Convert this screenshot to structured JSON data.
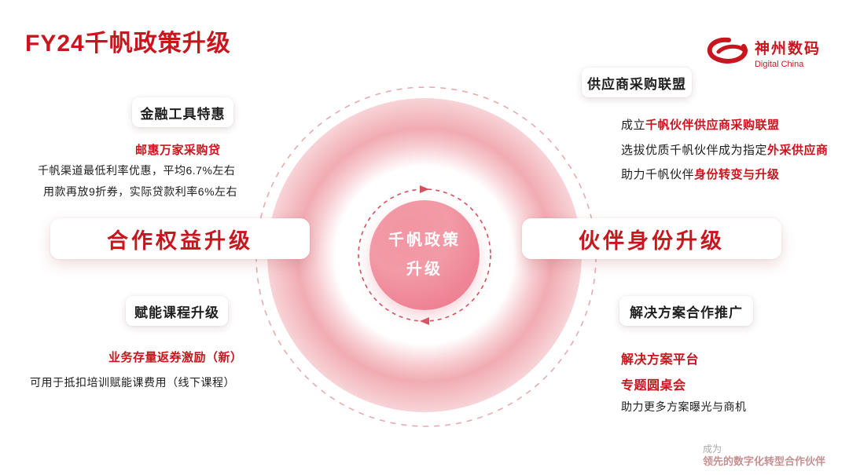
{
  "title": "FY24千帆政策升级",
  "colors": {
    "accent": "#c8161e",
    "core_pink": "#ee8495"
  },
  "logo": {
    "name": "神州数码",
    "subtitle": "Digital China"
  },
  "center": {
    "line1": "千帆政策",
    "line2": "升级"
  },
  "left_section": {
    "finance_card": "金融工具特惠",
    "finance_highlight": "邮惠万家采购贷",
    "finance_line1": "千帆渠道最低利率优惠，平均6.7%左右",
    "finance_line2": "用款再放9折券，实际贷款利率6%左右",
    "main_title": "合作权益升级",
    "course_card": "赋能课程升级",
    "course_highlight": "业务存量返券激励（新）",
    "course_line1": "可用于抵扣培训赋能课费用（线下课程）"
  },
  "right_section": {
    "alliance_card": "供应商采购联盟",
    "alliance_line1_prefix": "成立",
    "alliance_line1_highlight": "千帆伙伴供应商采购联盟",
    "alliance_line2_prefix": "选拔优质千帆伙伴成为指定",
    "alliance_line2_highlight": "外采供应商",
    "alliance_line3_prefix": "助力千帆伙伴",
    "alliance_line3_highlight": "身份转变与升级",
    "main_title": "伙伴身份升级",
    "solution_card": "解决方案合作推广",
    "solution_highlight1": "解决方案平台",
    "solution_highlight2": "专题圆桌会",
    "solution_line1": "助力更多方案曝光与商机"
  },
  "footer": {
    "line1": "成为",
    "line2": "领先的数字化转型合作伙伴"
  }
}
